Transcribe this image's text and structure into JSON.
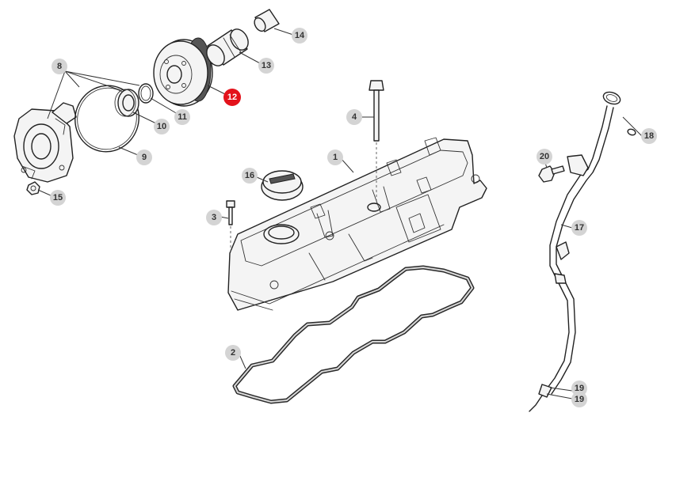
{
  "diagram": {
    "highlight_color": "#e3121b",
    "callout_color": "#d4d4d4",
    "callouts": [
      {
        "id": "c1",
        "label": "1"
      },
      {
        "id": "c2",
        "label": "2"
      },
      {
        "id": "c3",
        "label": "3"
      },
      {
        "id": "c4",
        "label": "4"
      },
      {
        "id": "c8",
        "label": "8"
      },
      {
        "id": "c9",
        "label": "9"
      },
      {
        "id": "c10",
        "label": "10"
      },
      {
        "id": "c11",
        "label": "11"
      },
      {
        "id": "c12",
        "label": "12",
        "highlighted": true
      },
      {
        "id": "c13",
        "label": "13"
      },
      {
        "id": "c14",
        "label": "14"
      },
      {
        "id": "c15",
        "label": "15"
      },
      {
        "id": "c16",
        "label": "16"
      },
      {
        "id": "c17",
        "label": "17"
      },
      {
        "id": "c18",
        "label": "18"
      },
      {
        "id": "c19a",
        "label": "19"
      },
      {
        "id": "c19b",
        "label": "19"
      },
      {
        "id": "c20",
        "label": "20"
      }
    ]
  }
}
